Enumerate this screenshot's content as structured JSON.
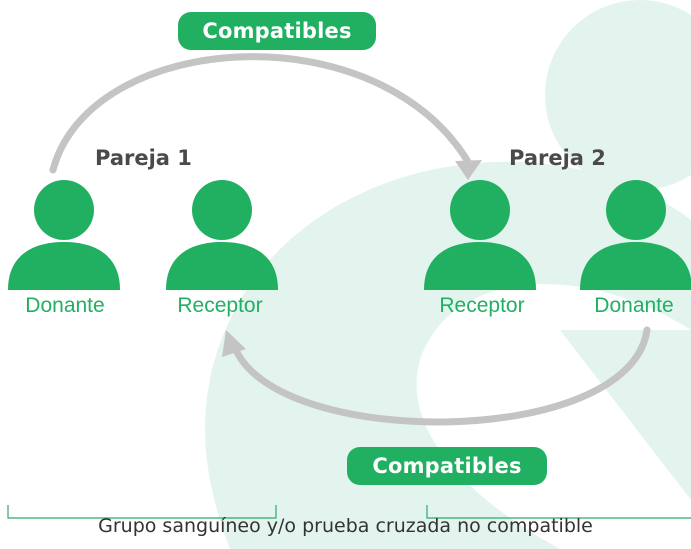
{
  "top_badge": {
    "label": "Compatibles"
  },
  "bottom_badge": {
    "label": "Compatibles"
  },
  "pair1": {
    "title": "Pareja 1",
    "donor_label": "Donante",
    "recipient_label": "Receptor"
  },
  "pair2": {
    "title": "Pareja 2",
    "recipient_label": "Receptor",
    "donor_label": "Donante"
  },
  "footnote": "Grupo sanguíneo y/o prueba cruzada no compatible",
  "colors": {
    "accent": "#21b062",
    "arrow": "#c4c4c4",
    "watermark": "#e3f4ef",
    "title_text": "#4a4a4a"
  },
  "icons": [
    "person-icon",
    "arrow-head-icon"
  ]
}
